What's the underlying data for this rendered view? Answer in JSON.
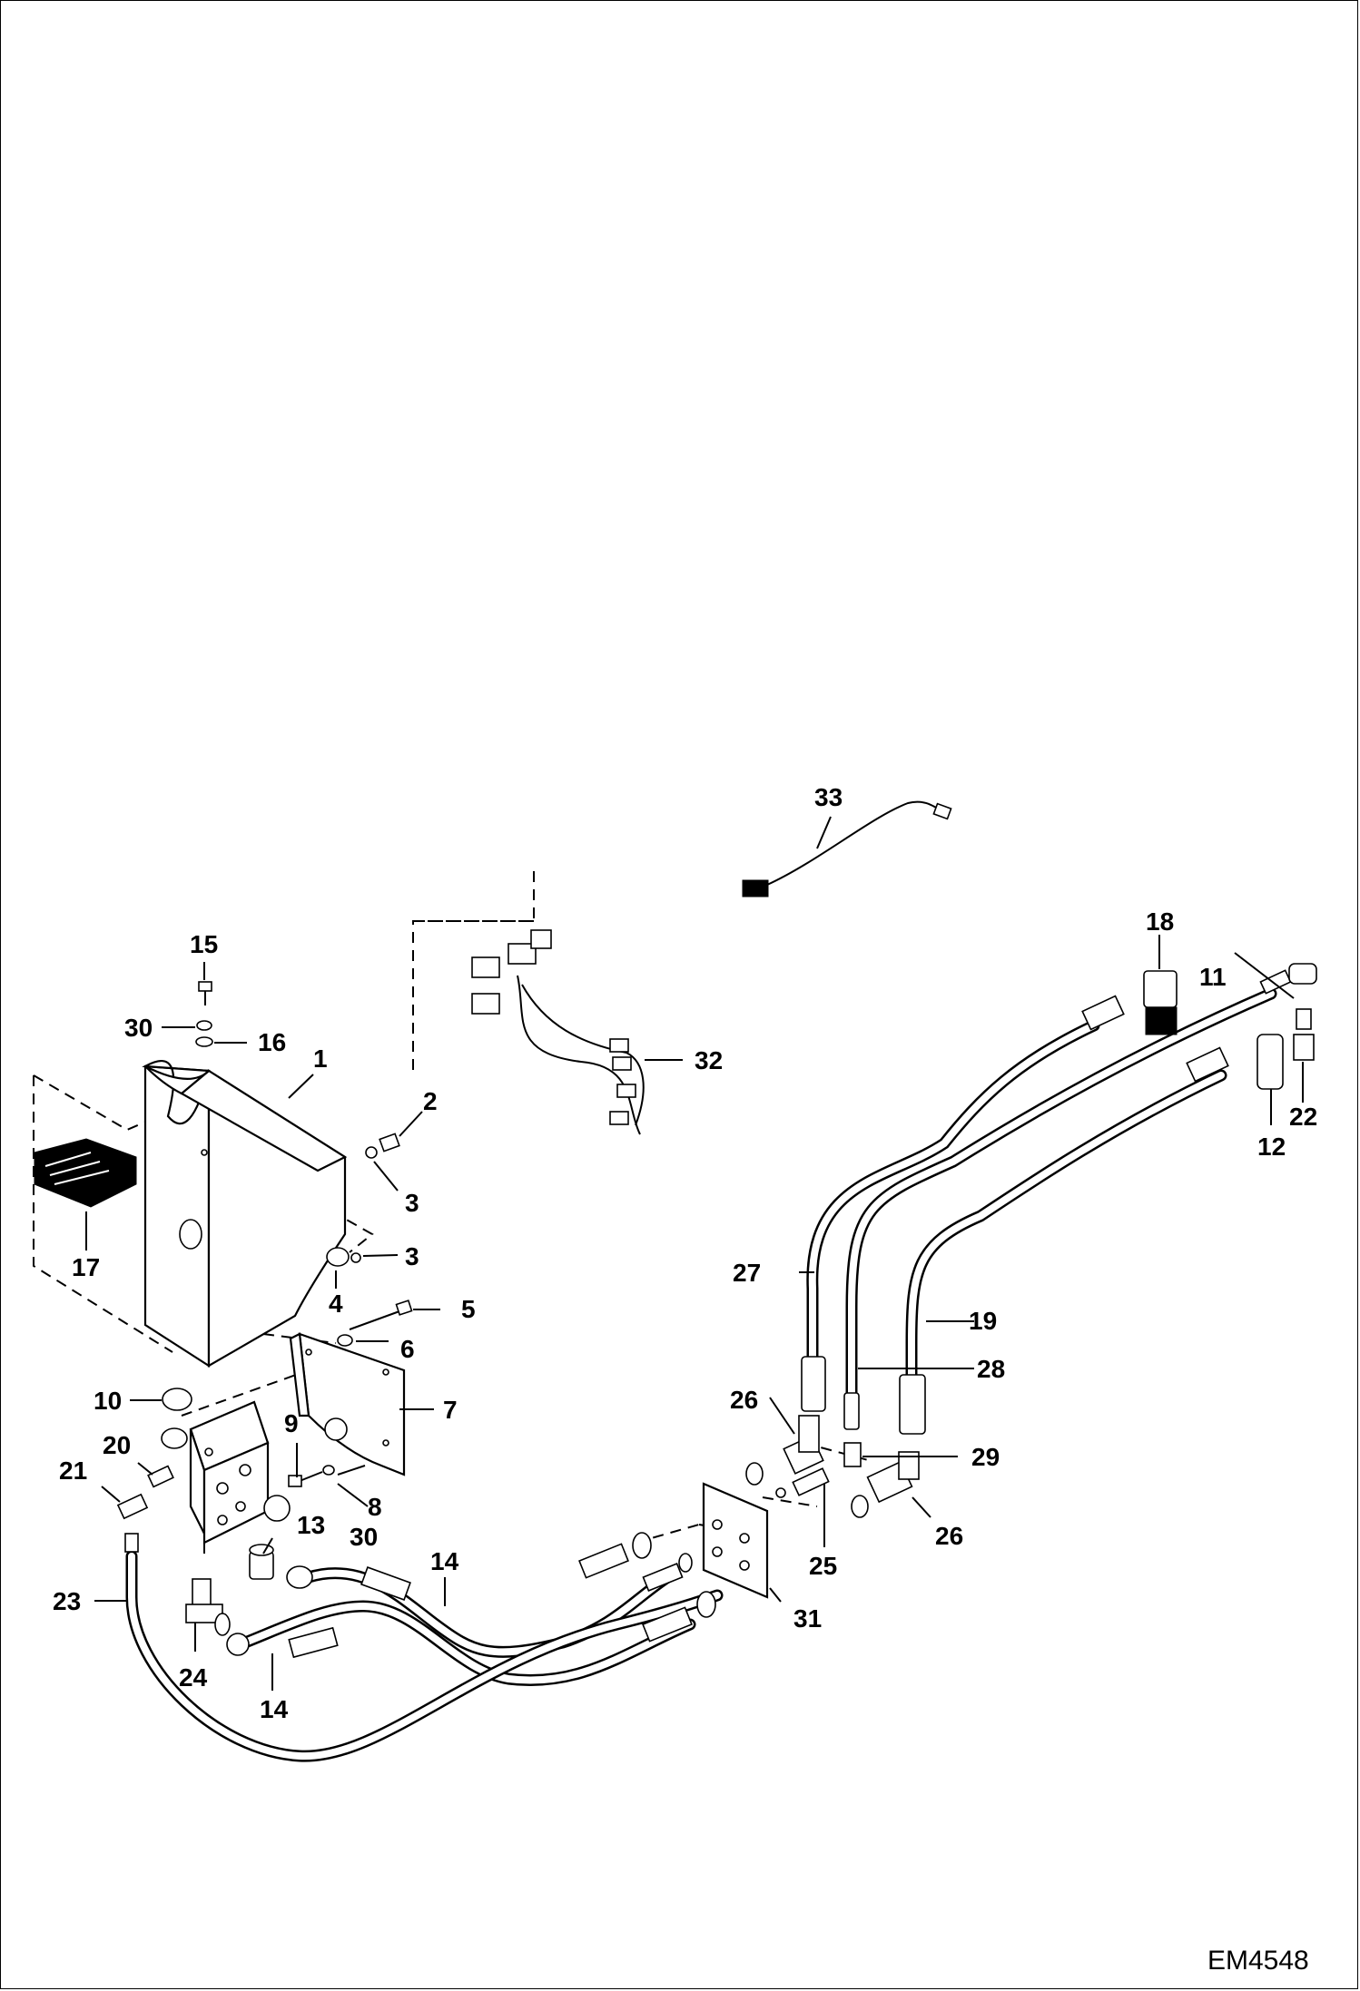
{
  "figure_code": "EM4548",
  "callouts": [
    {
      "id": "c1",
      "label": "1"
    },
    {
      "id": "c2",
      "label": "2"
    },
    {
      "id": "c3a",
      "label": "3"
    },
    {
      "id": "c3b",
      "label": "3"
    },
    {
      "id": "c4",
      "label": "4"
    },
    {
      "id": "c5",
      "label": "5"
    },
    {
      "id": "c6",
      "label": "6"
    },
    {
      "id": "c7",
      "label": "7"
    },
    {
      "id": "c8",
      "label": "8"
    },
    {
      "id": "c9",
      "label": "9"
    },
    {
      "id": "c10",
      "label": "10"
    },
    {
      "id": "c11",
      "label": "11"
    },
    {
      "id": "c12",
      "label": "12"
    },
    {
      "id": "c13",
      "label": "13"
    },
    {
      "id": "c14a",
      "label": "14"
    },
    {
      "id": "c14b",
      "label": "14"
    },
    {
      "id": "c15",
      "label": "15"
    },
    {
      "id": "c16",
      "label": "16"
    },
    {
      "id": "c17",
      "label": "17"
    },
    {
      "id": "c18",
      "label": "18"
    },
    {
      "id": "c19",
      "label": "19"
    },
    {
      "id": "c20",
      "label": "20"
    },
    {
      "id": "c21",
      "label": "21"
    },
    {
      "id": "c22",
      "label": "22"
    },
    {
      "id": "c23",
      "label": "23"
    },
    {
      "id": "c24",
      "label": "24"
    },
    {
      "id": "c25",
      "label": "25"
    },
    {
      "id": "c26a",
      "label": "26"
    },
    {
      "id": "c26b",
      "label": "26"
    },
    {
      "id": "c27",
      "label": "27"
    },
    {
      "id": "c28",
      "label": "28"
    },
    {
      "id": "c29",
      "label": "29"
    },
    {
      "id": "c30a",
      "label": "30"
    },
    {
      "id": "c30b",
      "label": "30"
    },
    {
      "id": "c31",
      "label": "31"
    },
    {
      "id": "c32",
      "label": "32"
    },
    {
      "id": "c33",
      "label": "33"
    }
  ]
}
